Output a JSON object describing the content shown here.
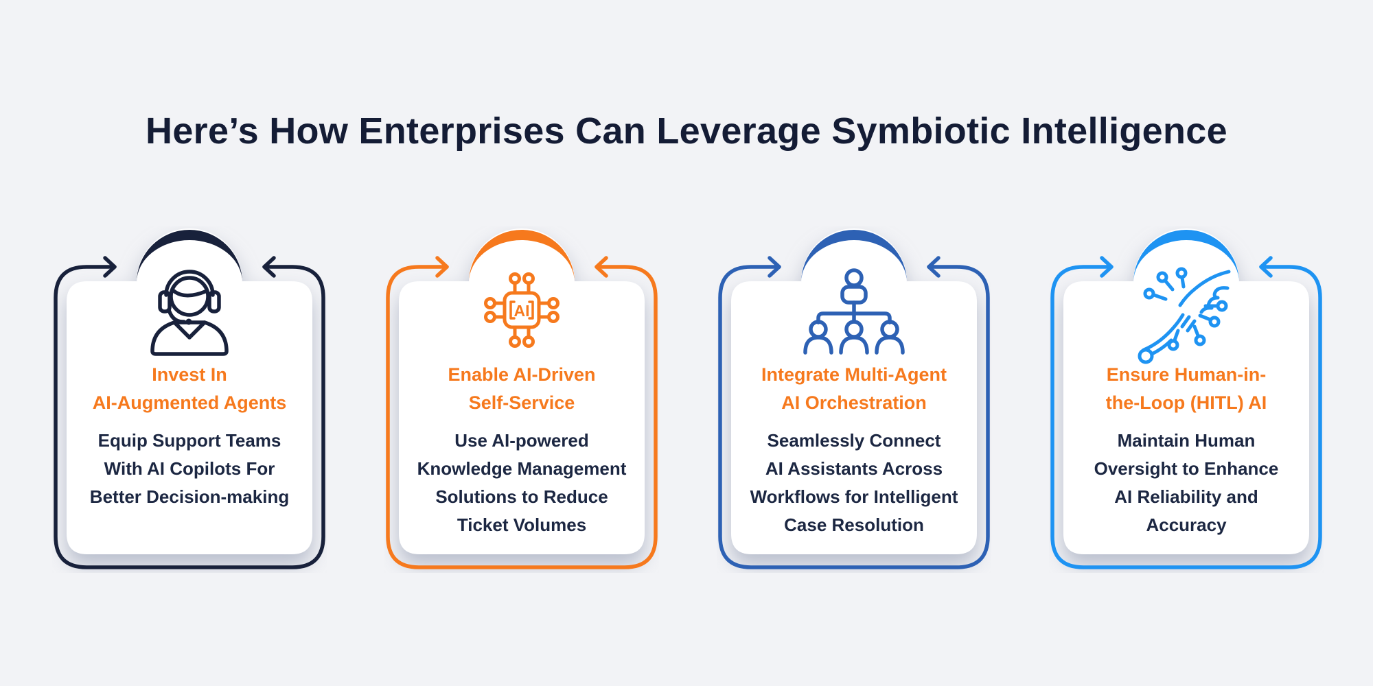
{
  "title": "Here’s How Enterprises Can Leverage Symbiotic Intelligence",
  "colors": {
    "background": "#f2f3f6",
    "title_text": "#141c35",
    "heading_text": "#f6791d",
    "body_text": "#1c2742"
  },
  "icons": {
    "chip_label": "AI"
  },
  "cards": [
    {
      "accent": "#18213b",
      "icon": "support-agent-headset-icon",
      "heading_lines": [
        "Invest In",
        "AI-Augmented Agents"
      ],
      "body_lines": [
        "Equip Support Teams",
        "With AI Copilots For",
        "Better Decision-making"
      ]
    },
    {
      "accent": "#f6791d",
      "icon": "ai-chip-icon",
      "heading_lines": [
        "Enable AI-Driven",
        "Self-Service"
      ],
      "body_lines": [
        "Use AI-powered",
        "Knowledge Management",
        "Solutions to Reduce",
        "Ticket Volumes"
      ]
    },
    {
      "accent": "#2d61b4",
      "icon": "multi-agent-hierarchy-icon",
      "heading_lines": [
        "Integrate Multi-Agent",
        "AI Orchestration"
      ],
      "body_lines": [
        "Seamlessly Connect",
        "AI Assistants Across",
        "Workflows for Intelligent",
        "Case Resolution"
      ]
    },
    {
      "accent": "#1e93f2",
      "icon": "human-in-the-loop-hand-circuit-icon",
      "heading_lines": [
        "Ensure Human-in-",
        "the-Loop (HITL) AI"
      ],
      "body_lines": [
        "Maintain Human",
        "Oversight to Enhance",
        "AI Reliability and",
        "Accuracy"
      ]
    }
  ]
}
